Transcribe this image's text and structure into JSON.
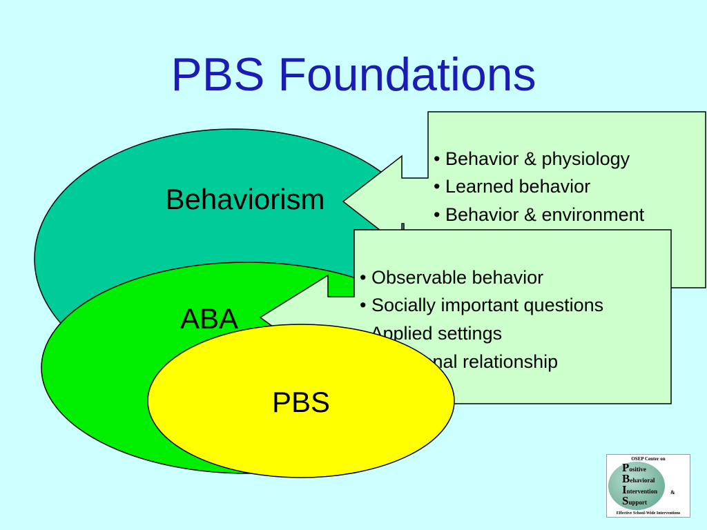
{
  "title": "PBS Foundations",
  "ellipses": {
    "behaviorism": "Behaviorism",
    "aba": "ABA",
    "pbs": "PBS"
  },
  "box_behaviorism": {
    "items": [
      "• Behavior & physiology",
      "• Learned behavior",
      "• Behavior & environment"
    ]
  },
  "box_aba": {
    "items": [
      "• Observable behavior",
      "• Socially important questions",
      "• Applied settings",
      "• Functional relationship"
    ]
  },
  "logo": {
    "top": "OSEP Center on",
    "lines": [
      {
        "big": "P",
        "rest": "ositive"
      },
      {
        "big": "B",
        "rest": "ehavioral"
      },
      {
        "big": "I",
        "rest": "ntervention"
      },
      {
        "big": "S",
        "rest": "upport"
      }
    ],
    "amp": "&",
    "bottom": "Effective School-Wide Interventions"
  },
  "colors": {
    "background": "#ccffff",
    "title": "#1c1cb4",
    "behaviorism_fill": "#00cc99",
    "aba_fill": "#00ee00",
    "pbs_fill": "#ffff00",
    "callout_fill": "#ccffcc"
  }
}
